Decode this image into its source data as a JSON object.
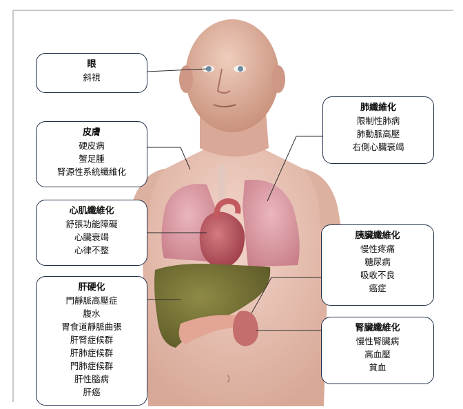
{
  "labels": {
    "eye": {
      "title": "眼",
      "items": [
        "斜視"
      ]
    },
    "skin": {
      "title": "皮膚",
      "items": [
        "硬皮病",
        "蟹足腫",
        "腎源性系統纖維化"
      ]
    },
    "heart": {
      "title": "心肌纖維化",
      "items": [
        "舒張功能障礙",
        "心臟衰竭",
        "心律不整"
      ]
    },
    "liver": {
      "title": "肝硬化",
      "items": [
        "門靜脈高壓症",
        "腹水",
        "胃食道靜脈曲張",
        "肝腎症候群",
        "肝肺症候群",
        "門肺症候群",
        "肝性腦病",
        "肝癌"
      ]
    },
    "lung": {
      "title": "肺纖維化",
      "items": [
        "限制性肺病",
        "肺動脈高壓",
        "右側心臟衰竭"
      ]
    },
    "pancreas": {
      "title": "胰臟纖維化",
      "items": [
        "慢性疼痛",
        "糖尿病",
        "吸收不良",
        "癌症"
      ]
    },
    "kidney": {
      "title": "腎臟纖維化",
      "items": [
        "慢性腎臟病",
        "高血壓",
        "貧血"
      ]
    }
  },
  "colors": {
    "box_border": "#1f2f4a",
    "skin": "#e9c3b4",
    "liver": "#7d7a3a",
    "lung": "#d99aa3",
    "heart": "#b9505a"
  }
}
